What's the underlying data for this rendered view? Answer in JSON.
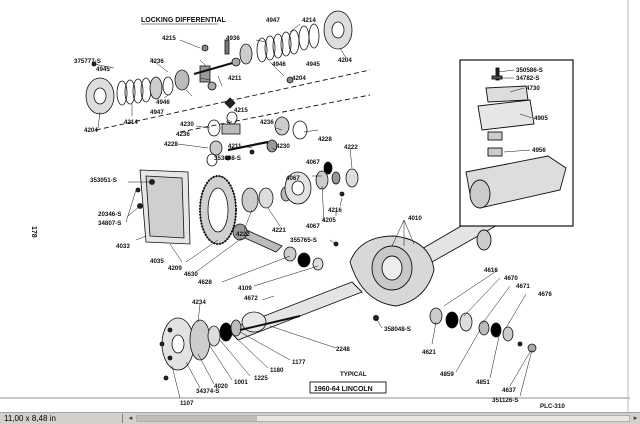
{
  "diagram": {
    "section_title": "LOCKING DIFFERENTIAL",
    "page_number": "178",
    "caption_typical": "TYPICAL",
    "caption_model": "1960-64 LINCOLN",
    "plate_code": "PLC-310",
    "labels": {
      "l4214a": "4214",
      "l4947a": "4947",
      "l4215a": "4215",
      "l4936": "4936",
      "l375777": "375777-S",
      "l4945a": "4945",
      "l4236a": "4236",
      "l4211a": "4211",
      "l4946a": "4946",
      "l4204b": "4204",
      "l4945b": "4945",
      "l4204a": "4204",
      "l4946b": "4946",
      "l4947b": "4947",
      "l4214b": "4214",
      "l4204c": "4204",
      "l4215b": "4215",
      "l4230a": "4230",
      "l4236b": "4236",
      "l4236c": "4236",
      "l4228a": "4228",
      "l4211b": "4211",
      "l4230b": "4230",
      "l4228b": "4228",
      "l353698": "353698-S",
      "l4222a": "4222",
      "l4067a": "4067",
      "l4067b": "4067",
      "l353051": "353051-S",
      "l20346": "20346-S",
      "l34807": "34807-S",
      "l4033": "4033",
      "l4035": "4035",
      "l4209": "4209",
      "l4222b": "4222",
      "l4221": "4221",
      "l4067c": "4067",
      "l4216": "4216",
      "l4205": "4205",
      "l4010": "4010",
      "l355765": "355765-S",
      "l4630": "4630",
      "l4628": "4628",
      "l4109": "4109",
      "l4672": "4672",
      "l4616": "4616",
      "l4670": "4670",
      "l4671": "4671",
      "l4676": "4676",
      "l358048": "358048-S",
      "l4621": "4621",
      "l4234": "4234",
      "l2248": "2248",
      "l1177": "1177",
      "l1180": "1180",
      "l1225": "1225",
      "l1001": "1001",
      "l4020": "4020",
      "l34374": "34374-S",
      "l1107": "1107",
      "l4859": "4859",
      "l4851": "4851",
      "l4637": "4637",
      "l351126": "351126-S",
      "l350586": "350586-S",
      "l34782": "34782-S",
      "l4730": "4730",
      "l4905": "4905",
      "l4956": "4956"
    }
  },
  "statusbar": {
    "dimensions": "11,00 x 8,48 in"
  }
}
